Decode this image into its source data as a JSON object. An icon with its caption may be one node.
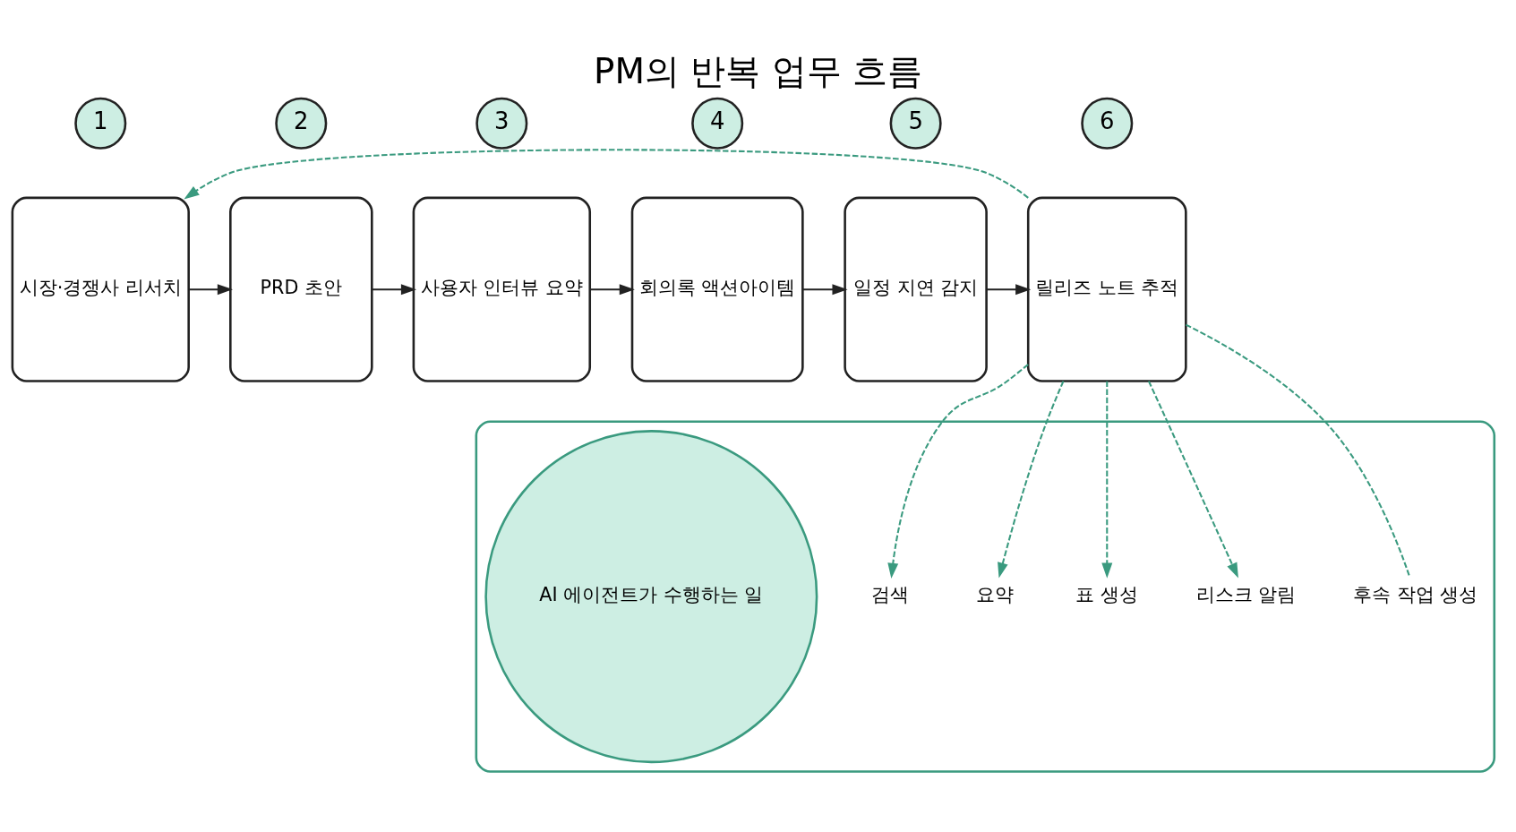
{
  "diagram": {
    "title": "PM의 반복 업무 흐름",
    "nodes": [
      {
        "text": [
          "시장·경쟁사 리서치"
        ],
        "beside": [
          "1"
        ]
      },
      {
        "text": [
          "PRD 초안"
        ],
        "beside": [
          "2"
        ]
      },
      {
        "text": [
          "사용자 인터뷰 요약"
        ],
        "beside": [
          "3"
        ]
      },
      {
        "text": [
          "회의록 액션아이템"
        ],
        "beside": [
          "4"
        ]
      },
      {
        "text": [
          "일정 지연 감지"
        ],
        "beside": [
          "5"
        ]
      },
      {
        "text": [
          "릴리즈 노트 추적"
        ],
        "beside": [
          "6"
        ]
      },
      {
        "text": [],
        "shape": "box"
      },
      {
        "text": [
          "AI 에이전트가 수행하는 일"
        ],
        "in": 6
      },
      {
        "text": [
          "검색"
        ],
        "in": 6
      },
      {
        "text": [
          "요약"
        ],
        "in": 6
      },
      {
        "text": [
          "표 생성"
        ],
        "in": 6
      },
      {
        "text": [
          "리스크 알림"
        ],
        "in": 6
      },
      {
        "text": [
          "후속 작업 생성"
        ],
        "in": 6
      }
    ],
    "edges": [
      {
        "from": 0,
        "to": 1,
        "arrow": "to",
        "color": "#222222"
      },
      {
        "from": 1,
        "to": 2,
        "arrow": "to",
        "color": "#222222"
      },
      {
        "from": 2,
        "to": 3,
        "arrow": "to",
        "color": "#222222"
      },
      {
        "from": 3,
        "to": 4,
        "arrow": "to",
        "color": "#222222"
      },
      {
        "from": 4,
        "to": 5,
        "arrow": "to",
        "color": "#222222"
      },
      {
        "from": 5,
        "to": 0,
        "arrow": "to",
        "style": "dashed",
        "color": "#3a9a7f"
      },
      {
        "from": 5,
        "to": 8,
        "arrow": "to",
        "style": "dashed",
        "color": "#3a9a7f"
      },
      {
        "from": 5,
        "to": 9,
        "arrow": "to",
        "style": "dashed",
        "color": "#3a9a7f"
      },
      {
        "from": 5,
        "to": 10,
        "arrow": "to",
        "style": "dashed",
        "color": "#3a9a7f"
      },
      {
        "from": 5,
        "to": 11,
        "arrow": "to",
        "style": "dashed",
        "color": "#3a9a7f"
      },
      {
        "from": 5,
        "to": 12,
        "arrow": "none",
        "style": "dashed",
        "color": "#3a9a7f"
      }
    ]
  }
}
